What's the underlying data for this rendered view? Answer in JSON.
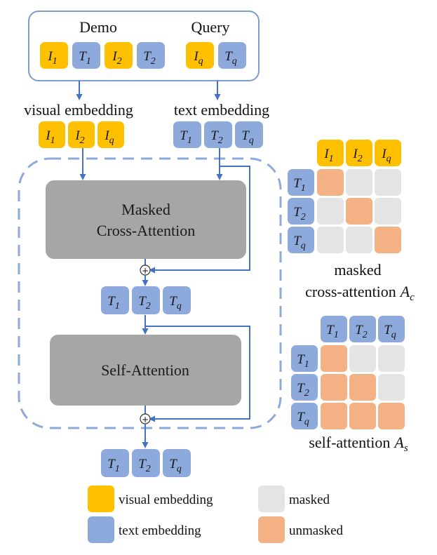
{
  "colors": {
    "visual": "#FFC000",
    "text": "#8EA9DB",
    "masked": "#E4E4E4",
    "unmasked": "#F4B183",
    "block": "#A6A6A6",
    "arrow": "#4472C4",
    "frame": "#8EA9DB"
  },
  "top_box": {
    "demo_label": "Demo",
    "query_label": "Query",
    "demo_tokens": [
      {
        "base": "I",
        "sub": "1",
        "kind": "visual"
      },
      {
        "base": "T",
        "sub": "1",
        "kind": "text"
      },
      {
        "base": "I",
        "sub": "2",
        "kind": "visual"
      },
      {
        "base": "T",
        "sub": "2",
        "kind": "text"
      }
    ],
    "query_tokens": [
      {
        "base": "I",
        "sub": "q",
        "kind": "visual"
      },
      {
        "base": "T",
        "sub": "q",
        "kind": "text"
      }
    ]
  },
  "visual_embedding": {
    "label": "visual embedding",
    "tokens": [
      {
        "base": "I",
        "sub": "1",
        "kind": "visual"
      },
      {
        "base": "I",
        "sub": "2",
        "kind": "visual"
      },
      {
        "base": "I",
        "sub": "q",
        "kind": "visual"
      }
    ]
  },
  "text_embedding": {
    "label": "text embedding",
    "tokens": [
      {
        "base": "T",
        "sub": "1",
        "kind": "text"
      },
      {
        "base": "T",
        "sub": "2",
        "kind": "text"
      },
      {
        "base": "T",
        "sub": "q",
        "kind": "text"
      }
    ]
  },
  "cross_attention_block": {
    "line1": "Masked",
    "line2": "Cross-Attention"
  },
  "self_attention_block": {
    "label": "Self-Attention"
  },
  "mid_tokens": [
    {
      "base": "T",
      "sub": "1",
      "kind": "text"
    },
    {
      "base": "T",
      "sub": "2",
      "kind": "text"
    },
    {
      "base": "T",
      "sub": "q",
      "kind": "text"
    }
  ],
  "out_tokens": [
    {
      "base": "T",
      "sub": "1",
      "kind": "text"
    },
    {
      "base": "T",
      "sub": "2",
      "kind": "text"
    },
    {
      "base": "T",
      "sub": "q",
      "kind": "text"
    }
  ],
  "plus_symbol": "⊕",
  "cross_matrix": {
    "cols": [
      {
        "base": "I",
        "sub": "1",
        "kind": "visual"
      },
      {
        "base": "I",
        "sub": "2",
        "kind": "visual"
      },
      {
        "base": "I",
        "sub": "q",
        "kind": "visual"
      }
    ],
    "rows": [
      {
        "base": "T",
        "sub": "1",
        "kind": "text"
      },
      {
        "base": "T",
        "sub": "2",
        "kind": "text"
      },
      {
        "base": "T",
        "sub": "q",
        "kind": "text"
      }
    ],
    "cells": [
      [
        1,
        0,
        0
      ],
      [
        0,
        1,
        0
      ],
      [
        0,
        0,
        1
      ]
    ],
    "caption_line1": "masked",
    "caption_line2": "cross-attention",
    "caption_sym": "A",
    "caption_sub": "c"
  },
  "self_matrix": {
    "cols": [
      {
        "base": "T",
        "sub": "1",
        "kind": "text"
      },
      {
        "base": "T",
        "sub": "2",
        "kind": "text"
      },
      {
        "base": "T",
        "sub": "q",
        "kind": "text"
      }
    ],
    "rows": [
      {
        "base": "T",
        "sub": "1",
        "kind": "text"
      },
      {
        "base": "T",
        "sub": "2",
        "kind": "text"
      },
      {
        "base": "T",
        "sub": "q",
        "kind": "text"
      }
    ],
    "cells": [
      [
        1,
        0,
        0
      ],
      [
        1,
        1,
        0
      ],
      [
        1,
        1,
        1
      ]
    ],
    "caption": "self-attention",
    "caption_sym": "A",
    "caption_sub": "s"
  },
  "legend": [
    {
      "kind": "visual",
      "label": "visual embedding"
    },
    {
      "kind": "text",
      "label": "text embedding"
    },
    {
      "kind": "masked",
      "label": "masked"
    },
    {
      "kind": "unmasked",
      "label": "unmasked"
    }
  ]
}
